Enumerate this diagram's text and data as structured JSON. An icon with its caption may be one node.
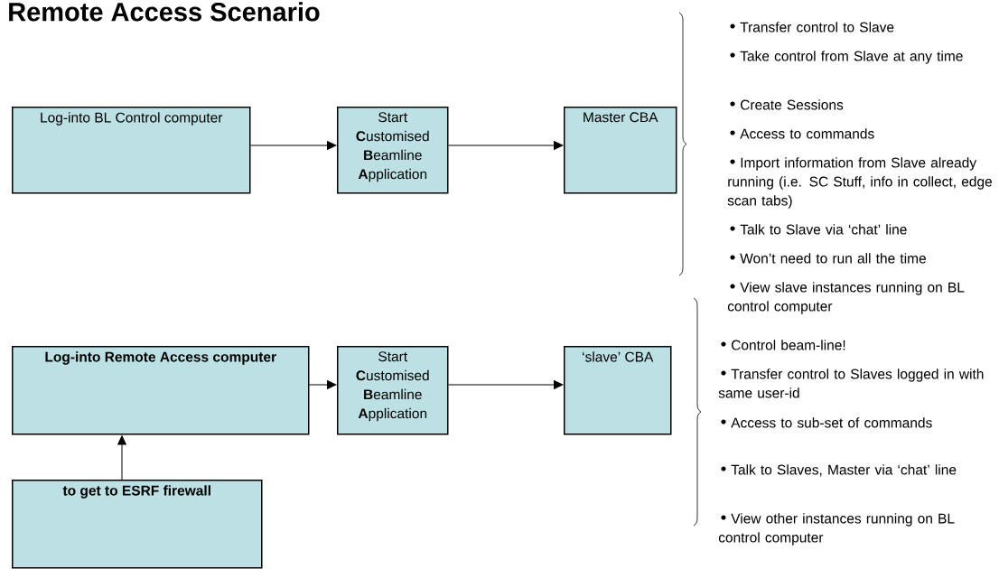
{
  "diagram": {
    "title": "Remote Access Scenario",
    "nodes": [
      {
        "text": [
          "Log-into BL Control computer"
        ]
      },
      {
        "text": [
          "Start **C**ustomised **B**eamline **A**pplication"
        ]
      },
      {
        "text": [
          "Master CBA"
        ]
      },
      {
        "text": [
          "Log-into Remote Access computer"
        ]
      },
      {
        "text": [
          "Start **C**ustomised **B**eamline **A**pplication"
        ]
      },
      {
        "text": [
          "‘slave’ CBA"
        ]
      },
      {
        "text": [
          "to get to ESRF firewall"
        ]
      }
    ],
    "edges": [
      {
        "from": 0,
        "to": 1,
        "arrow": "to"
      },
      {
        "from": 1,
        "to": 2,
        "arrow": "to"
      },
      {
        "from": 3,
        "to": 4,
        "arrow": "to"
      },
      {
        "from": 4,
        "to": 5,
        "arrow": "to"
      },
      {
        "from": 6,
        "to": 3,
        "arrow": "to"
      }
    ],
    "labels": [
      "Transfer control to Slave",
      "Take control from Slave at any time",
      "Create Sessions",
      "Access to commands",
      "Import information from Slave already running (i.e. SC Stuff, info in collect, edge scan tabs)",
      "Talk to Slave via ‘chat’ line",
      "Won’t need to run all the time",
      "View slave instances running on BL control computer",
      "Control beam-line!",
      "Transfer control to Slaves logged in with same user-id",
      "Access to sub-set of commands",
      "Talk to Slaves, Master via ‘chat’ line",
      "View other  instances running on BL control computer"
    ]
  }
}
